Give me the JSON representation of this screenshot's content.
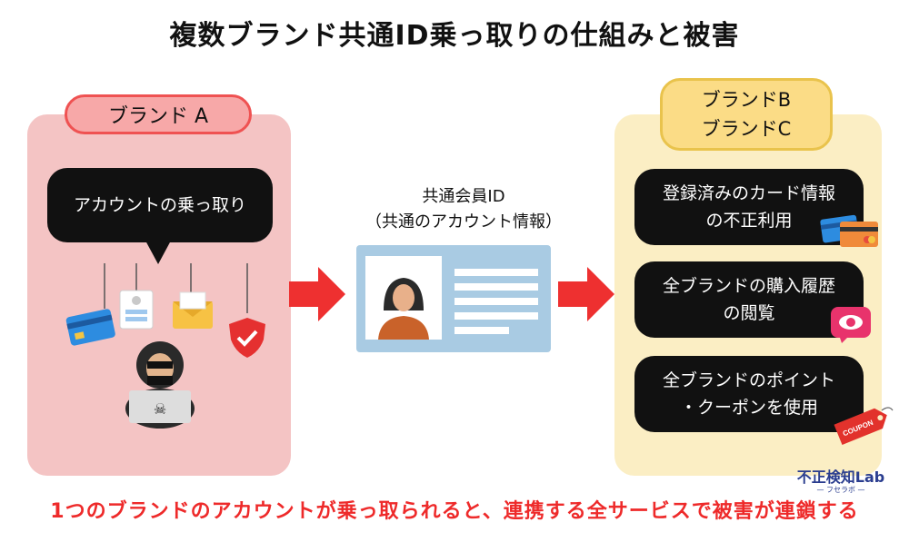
{
  "title": "複数ブランド共通ID乗っ取りの仕組みと被害",
  "brand_a": {
    "label": "ブランド A",
    "bubble": "アカウントの乗っ取り"
  },
  "center": {
    "line1": "共通会員ID",
    "line2": "（共通のアカウント情報）"
  },
  "brand_bc": {
    "label_line1": "ブランドB",
    "label_line2": "ブランドC",
    "items": [
      {
        "line1": "登録済みのカード情報",
        "line2": "の不正利用"
      },
      {
        "line1": "全ブランドの購入履歴",
        "line2": "の閲覧"
      },
      {
        "line1": "全ブランドのポイント",
        "line2": "・クーポンを使用"
      }
    ]
  },
  "coupon_tag": "COUPON",
  "footer": "1つのブランドのアカウントが乗っ取られると、連携する全サービスで被害が連鎖する",
  "logo": {
    "line1": "不正検知Lab",
    "line2": "— フセラボ —"
  },
  "colors": {
    "panel_a": "#f4c4c4",
    "label_a_border": "#ef5252",
    "panel_bc": "#fbeec4",
    "label_bc": "#fbdc86",
    "arrow": "#ee3030",
    "footer_text": "#ee2a2a",
    "id_card": "#a9cbe3"
  }
}
